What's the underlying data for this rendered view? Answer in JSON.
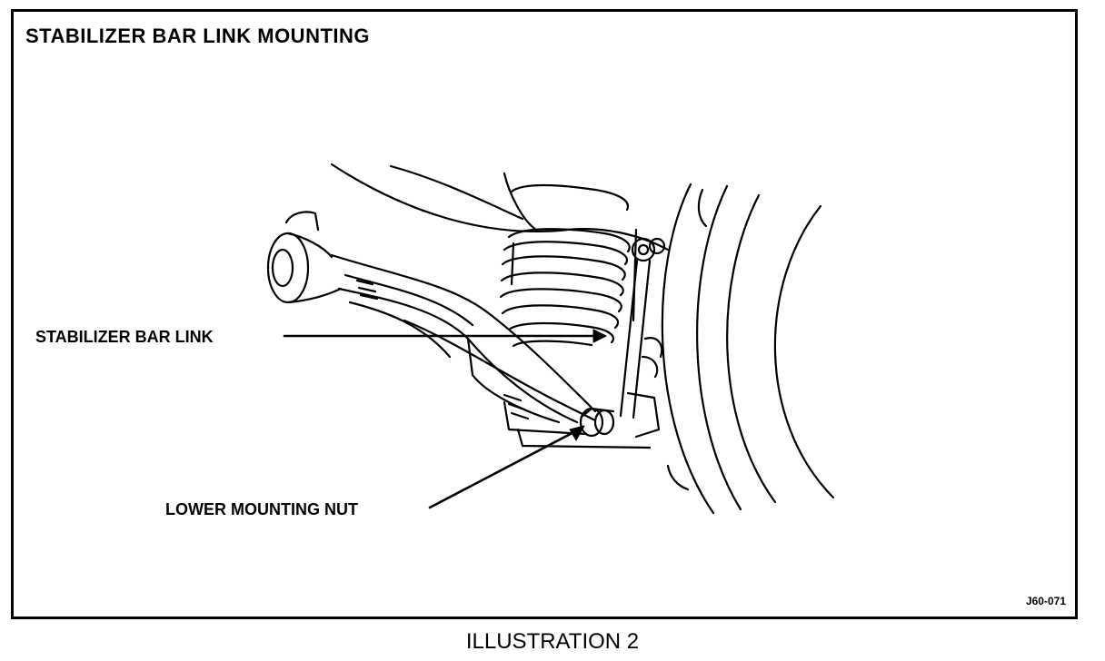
{
  "figure": {
    "title": "STABILIZER BAR LINK MOUNTING",
    "callouts": {
      "stabilizer_bar_link": "STABILIZER BAR LINK",
      "lower_mounting_nut": "LOWER MOUNTING NUT"
    },
    "figure_code": "J60-071"
  },
  "caption": "ILLUSTRATION 2"
}
